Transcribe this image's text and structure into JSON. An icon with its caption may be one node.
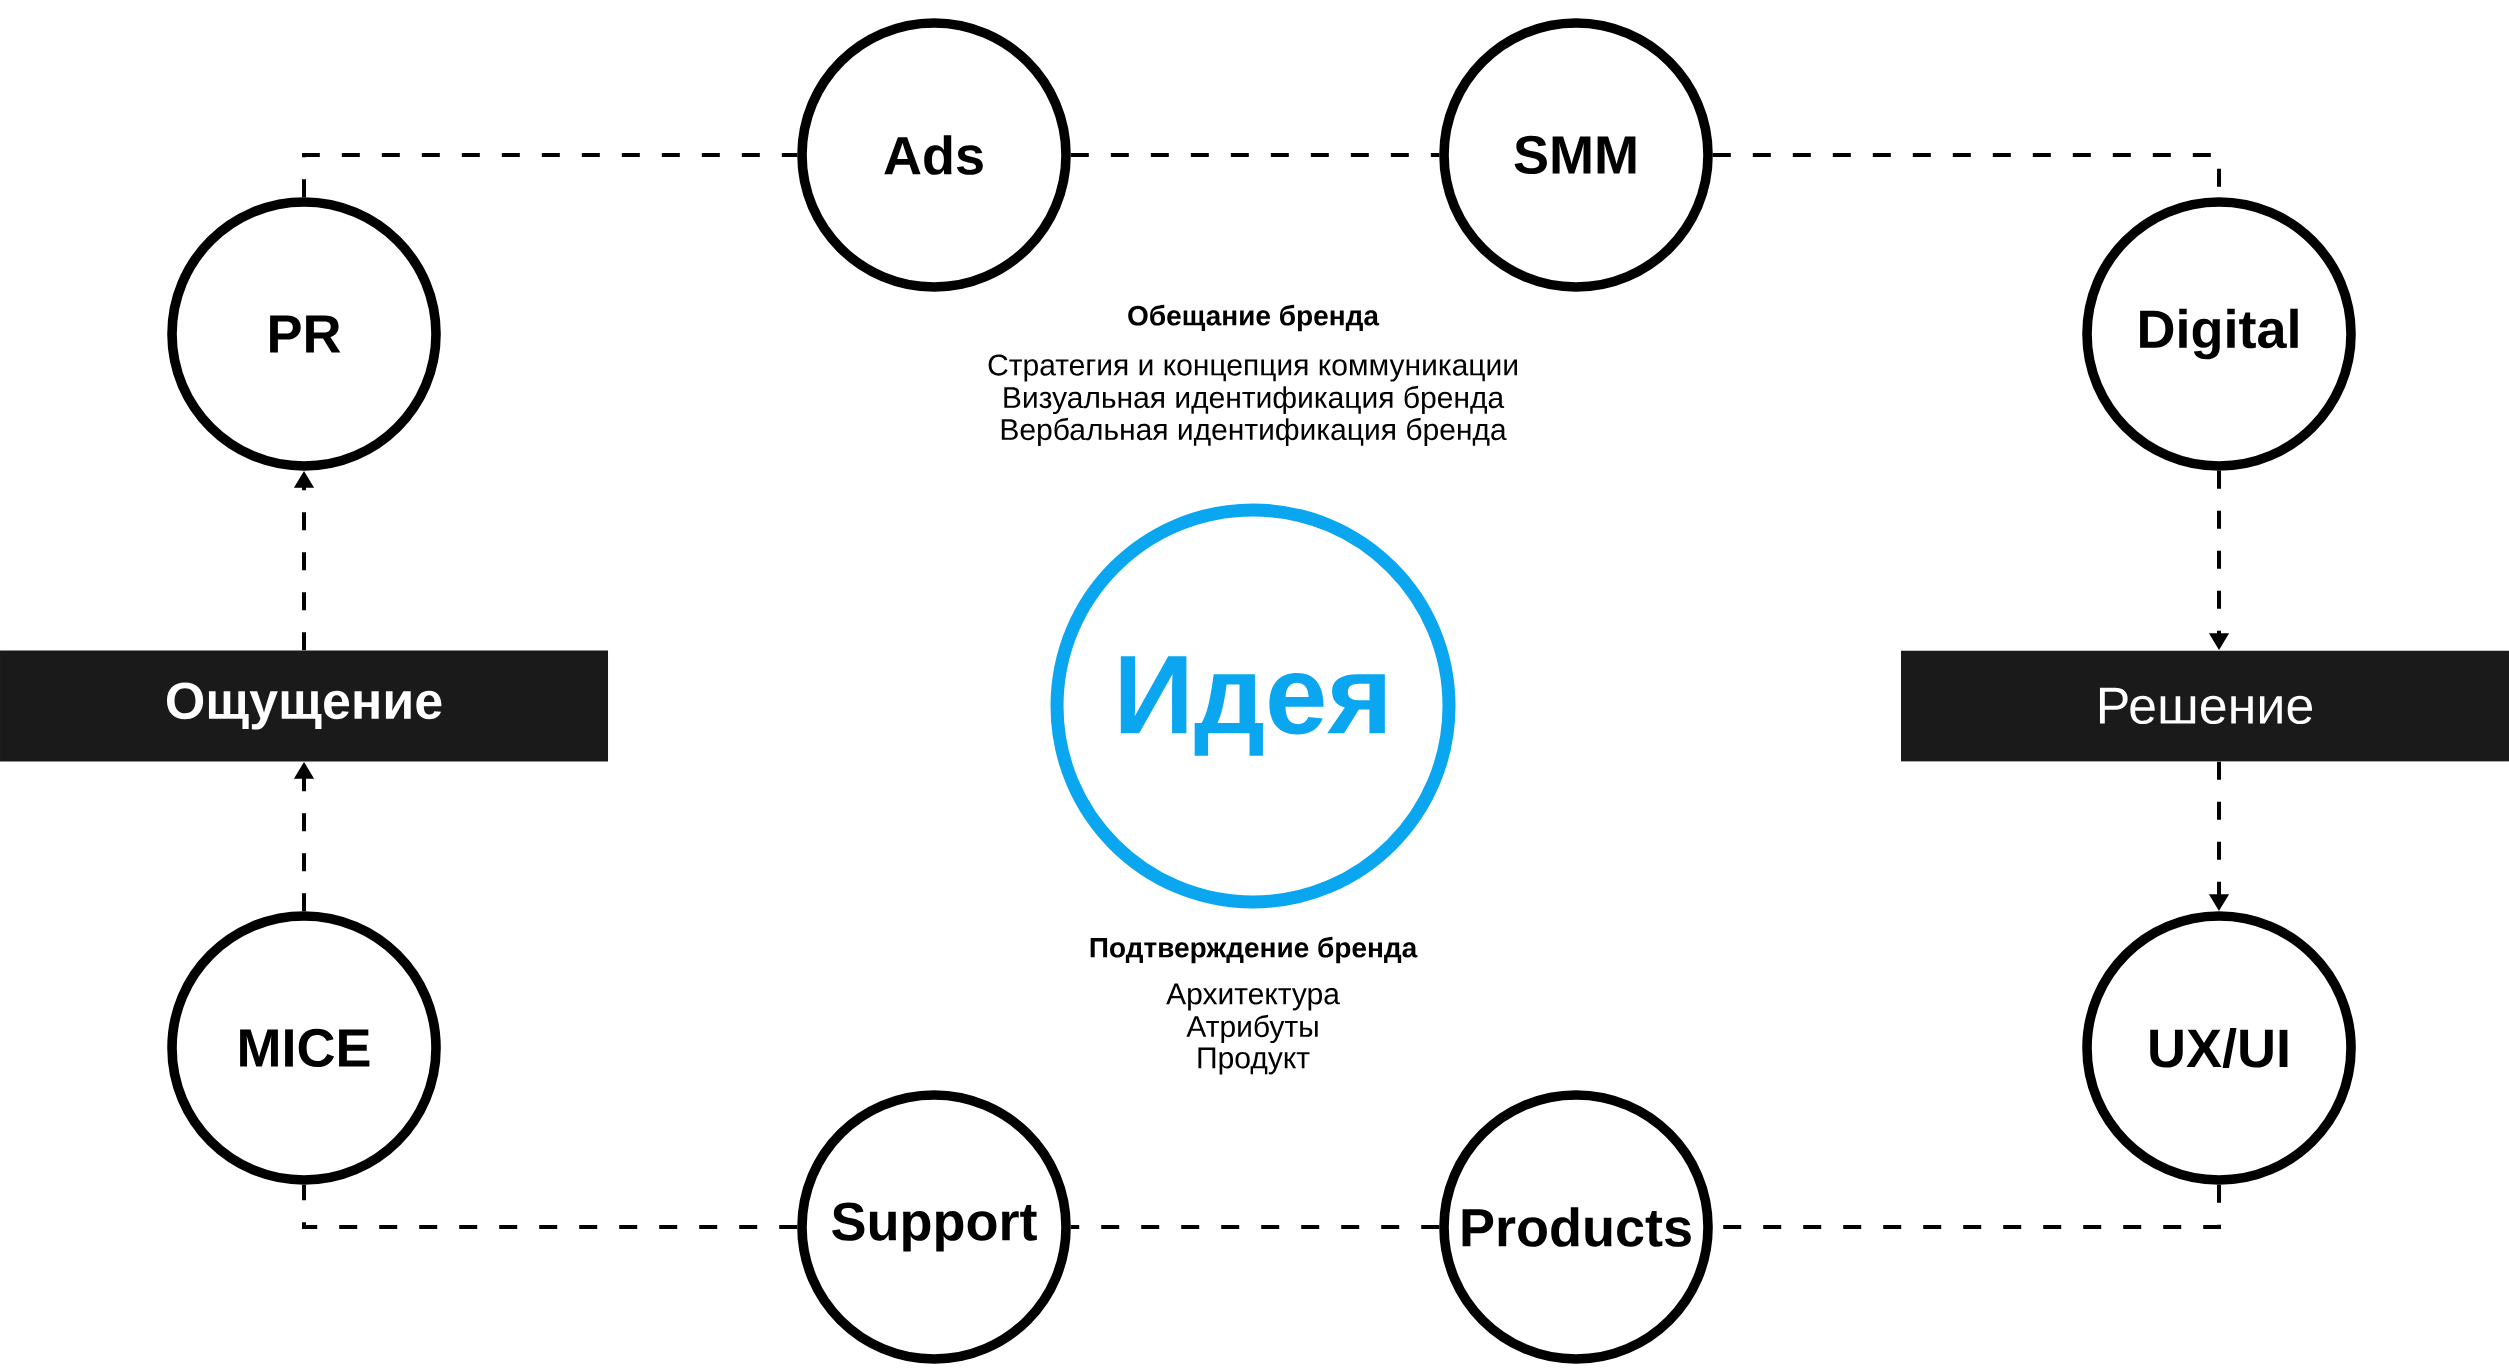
{
  "diagram": {
    "nodes": [
      {
        "text": [
          "Ads"
        ]
      },
      {
        "text": [
          "SMM"
        ]
      },
      {
        "text": [
          "PR"
        ]
      },
      {
        "text": [
          "Digital"
        ]
      },
      {
        "text": [
          "Ощущение"
        ]
      },
      {
        "text": [
          "Идея"
        ]
      },
      {
        "text": [
          "Решение"
        ]
      },
      {
        "text": [
          "MICE"
        ]
      },
      {
        "text": [
          "UX/UI"
        ]
      },
      {
        "text": [
          "Support"
        ]
      },
      {
        "text": [
          "Products"
        ]
      }
    ],
    "edges": [
      {
        "from": 2,
        "to": 0,
        "arrow": "none"
      },
      {
        "from": 0,
        "to": 1,
        "arrow": "none"
      },
      {
        "from": 1,
        "to": 3,
        "arrow": "none"
      },
      {
        "from": 3,
        "to": 6,
        "arrow": "to"
      },
      {
        "from": 6,
        "to": 8,
        "arrow": "to"
      },
      {
        "from": 8,
        "to": 10,
        "arrow": "none"
      },
      {
        "from": 10,
        "to": 9,
        "arrow": "none"
      },
      {
        "from": 9,
        "to": 7,
        "arrow": "none"
      },
      {
        "from": 7,
        "to": 4,
        "arrow": "to"
      },
      {
        "from": 4,
        "to": 2,
        "arrow": "to"
      }
    ],
    "labels": [
      "Обещание бренда",
      "Стратегия и концепция коммуникации",
      "Визуальная идентификация бренда",
      "Вербальная идентификация бренда",
      "Подтверждение бренда",
      "Архитектура",
      "Атрибуты",
      "Продукт"
    ]
  }
}
